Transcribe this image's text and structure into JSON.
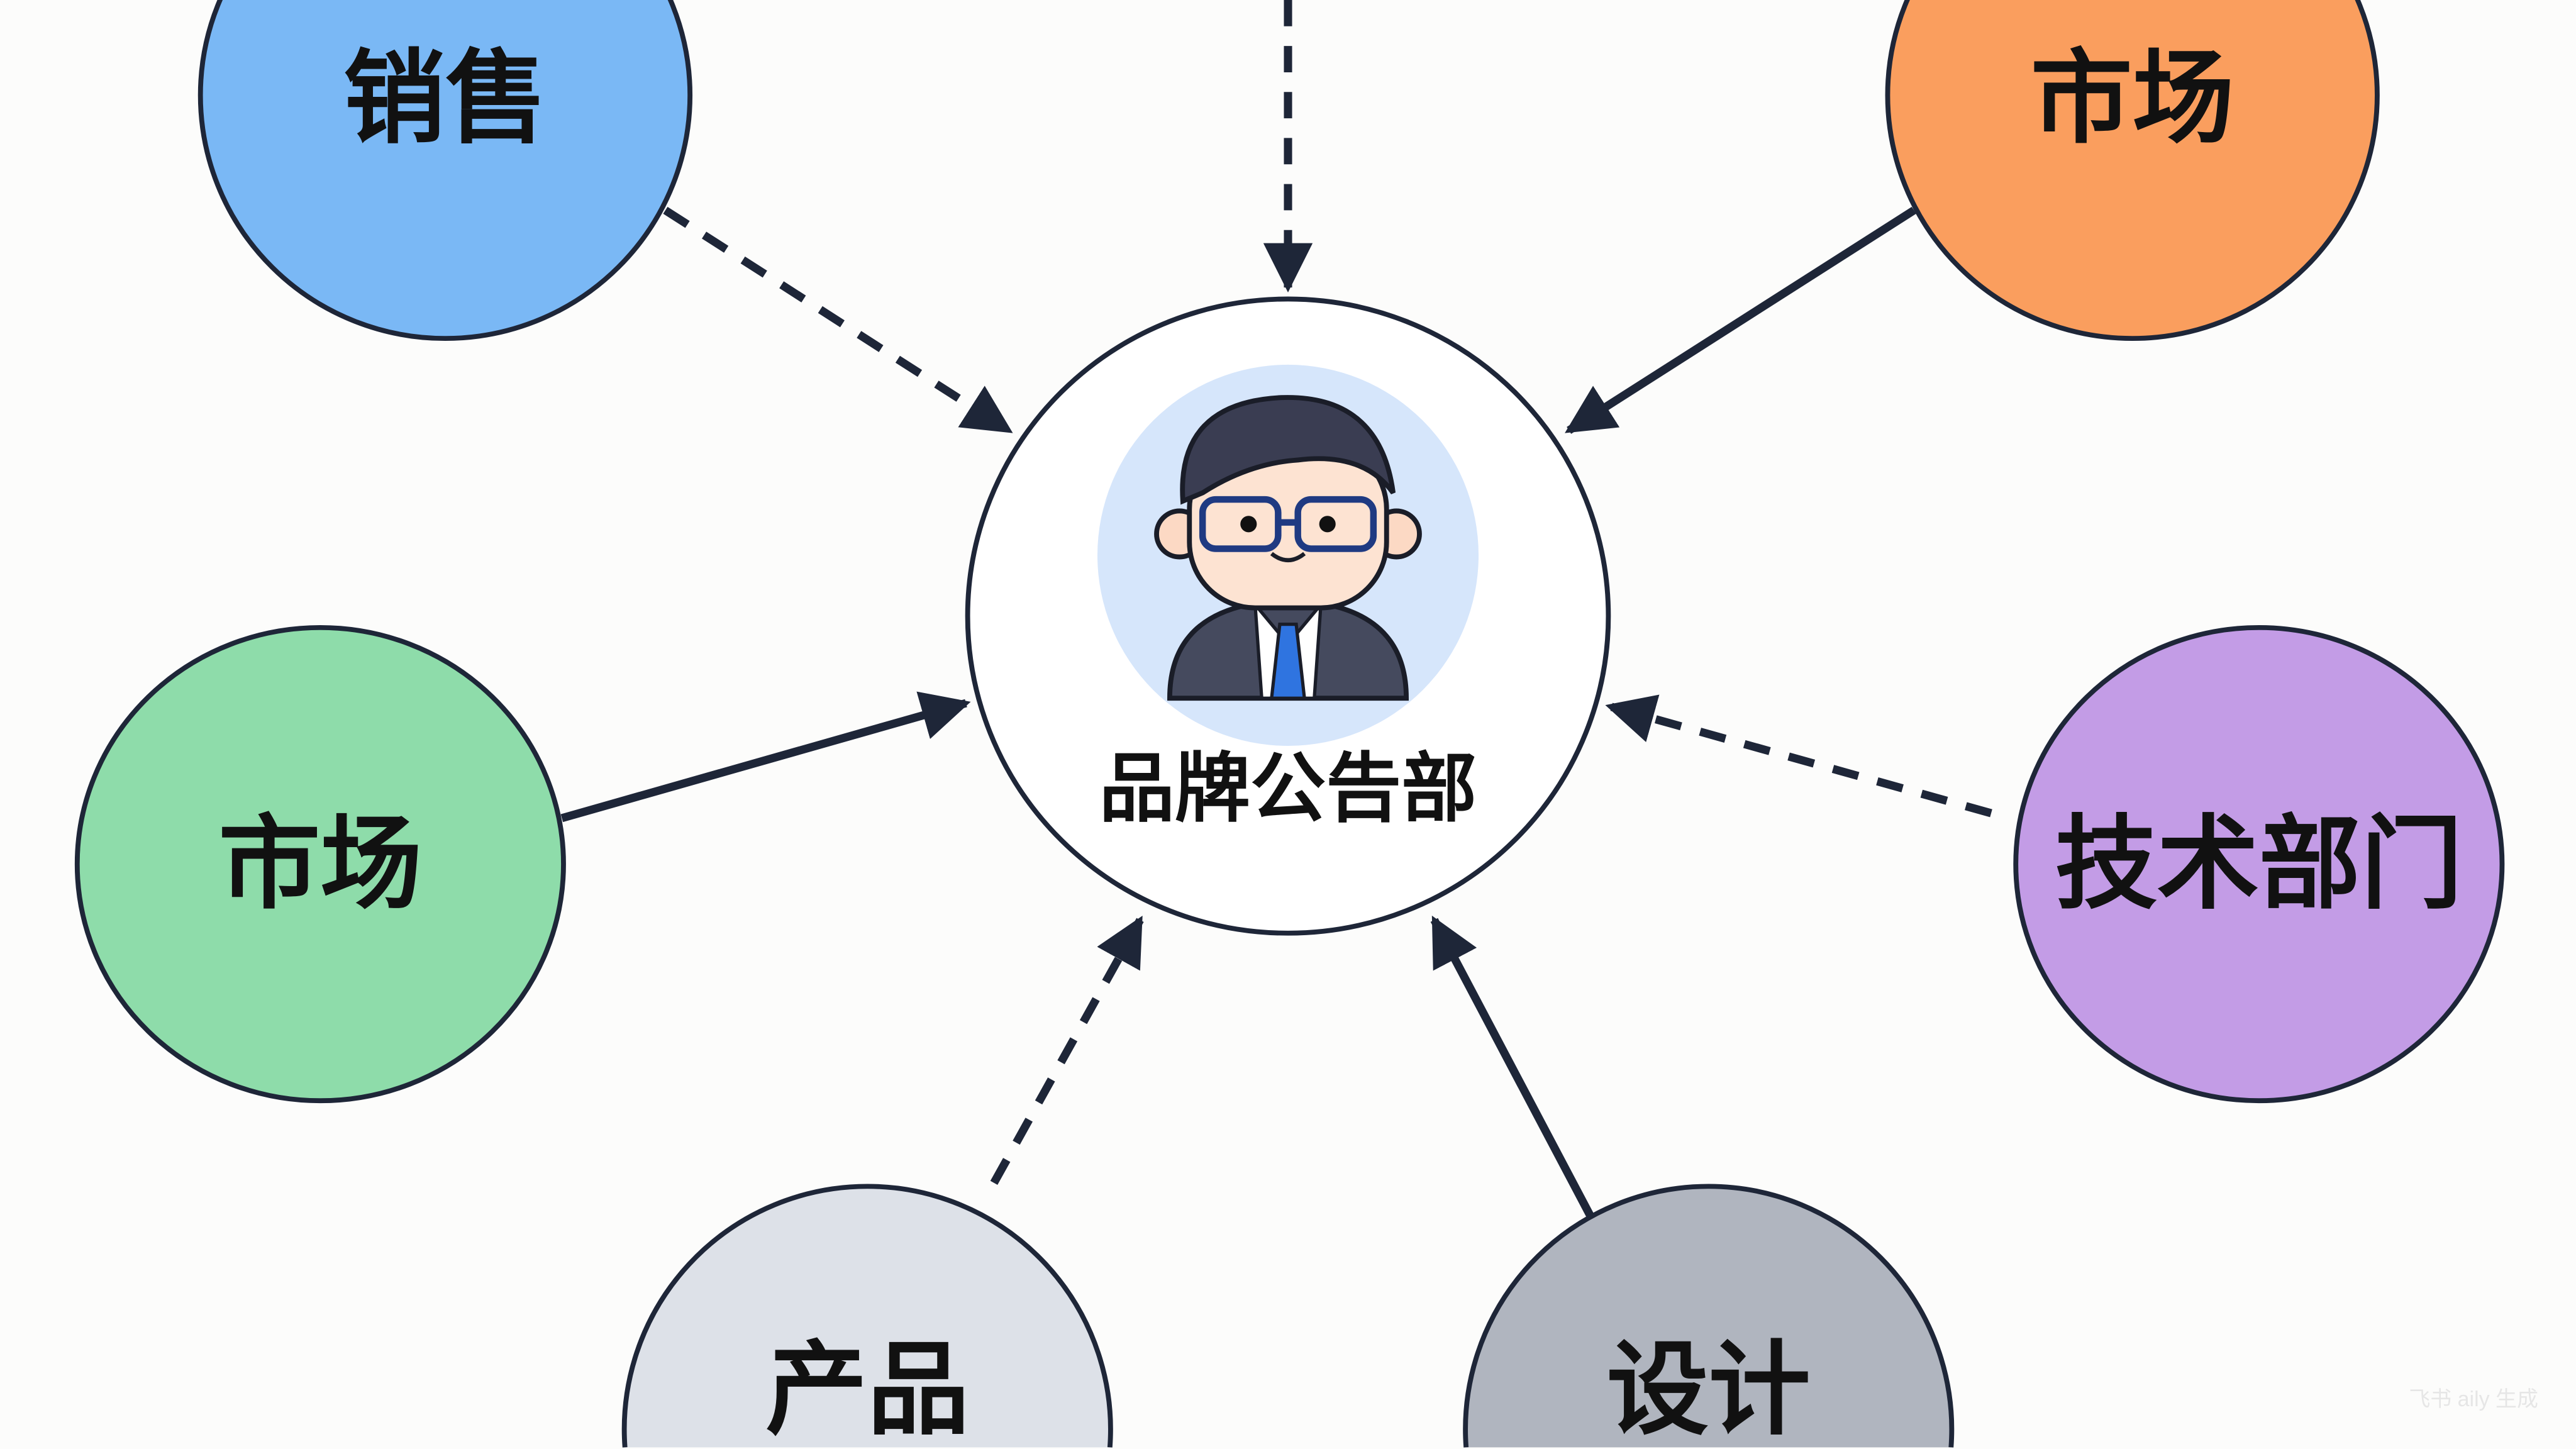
{
  "center": {
    "label": "品牌公告部",
    "avatar": "businessman-avatar-icon"
  },
  "nodes": [
    {
      "label": "销售",
      "color": "#7ab8f5",
      "link": "dashed"
    },
    {
      "label": "市场",
      "color": "#fa9e5e",
      "link": "solid"
    },
    {
      "label": "市场",
      "color": "#8edcaa",
      "link": "solid"
    },
    {
      "label": "技术部门",
      "color": "#c39ce6",
      "link": "dashed"
    },
    {
      "label": "产品",
      "color": "#dde1e8",
      "link": "dashed"
    },
    {
      "label": "设计",
      "color": "#b0b5bf",
      "link": "solid"
    }
  ],
  "watermark": "飞书 aily 生成"
}
